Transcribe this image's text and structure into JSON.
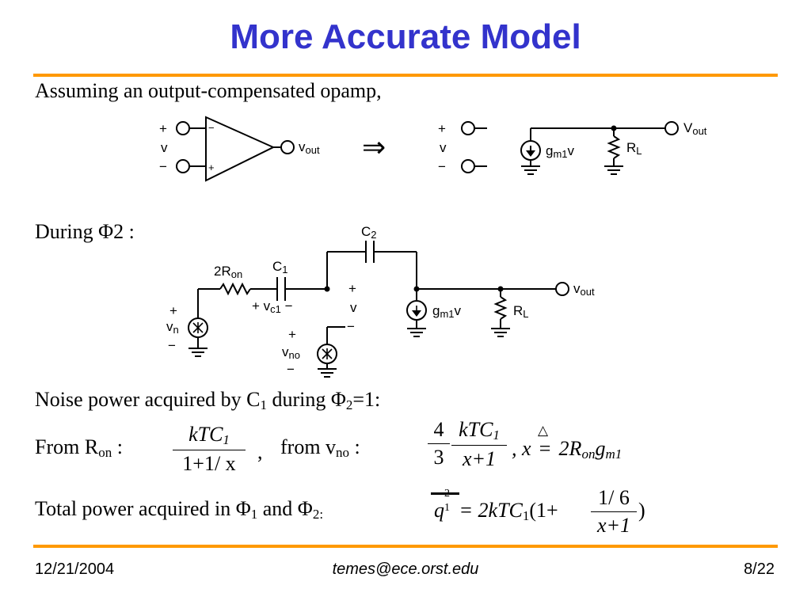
{
  "slide": {
    "title": "More Accurate Model",
    "intro": "Assuming an output-compensated opamp,",
    "during_phi2": "During Φ2 :",
    "noise_line": {
      "a": "Noise power acquired by C",
      "sub1": "1",
      "b": " during Φ",
      "sub2": "2",
      "c": "=1:"
    },
    "from_ron": {
      "a": "From R",
      "sub": "on",
      "b": " :"
    },
    "frac1": {
      "num": "kTC",
      "num_sub": "1",
      "den": "1+1/ x"
    },
    "comma": ",",
    "from_vno": {
      "a": "from v",
      "sub": "no",
      "b": " :"
    },
    "frac2": {
      "coef_num": "4",
      "coef_den": "3",
      "num": "kTC",
      "num_sub": "1",
      "den": "x+1"
    },
    "xdef": {
      "a": ", x",
      "defsym": "△",
      "eq": "=",
      "b": " 2R",
      "sub1": "on",
      "c": "g",
      "sub2": "m1"
    },
    "total_line": {
      "a": "Total power acquired in Φ",
      "sub1": "1",
      "b": " and Φ",
      "sub2": "2:"
    },
    "q_eq": {
      "q": "q",
      "q_sup": "2",
      "q_sub": "1",
      "rhs": "= 2kTC",
      "rhs_sub": "1",
      "open": "(1+",
      "num": "1/ 6",
      "den": "x+1",
      "close": ")"
    }
  },
  "circuit_top": {
    "plus": "+",
    "minus": "−",
    "v": "v",
    "vout": "Vout",
    "vout_sub": "out",
    "opamp_minus": "−",
    "opamp_plus": "+",
    "implies": "⇒",
    "gm": "gm1v",
    "rl": "RL"
  },
  "circuit_bottom": {
    "r2on": "2Ron",
    "c1": "C1",
    "c2": "C2",
    "vc1": "vc1",
    "v": "v",
    "vn": "vn",
    "vno": "vno",
    "gm": "gm1v",
    "rl": "RL",
    "vout": "vout"
  },
  "footer": {
    "date": "12/21/2004",
    "email": "temes@ece.orst.edu",
    "page": "8/22"
  },
  "colors": {
    "title": "#3333cc",
    "rule": "#ff9900"
  }
}
